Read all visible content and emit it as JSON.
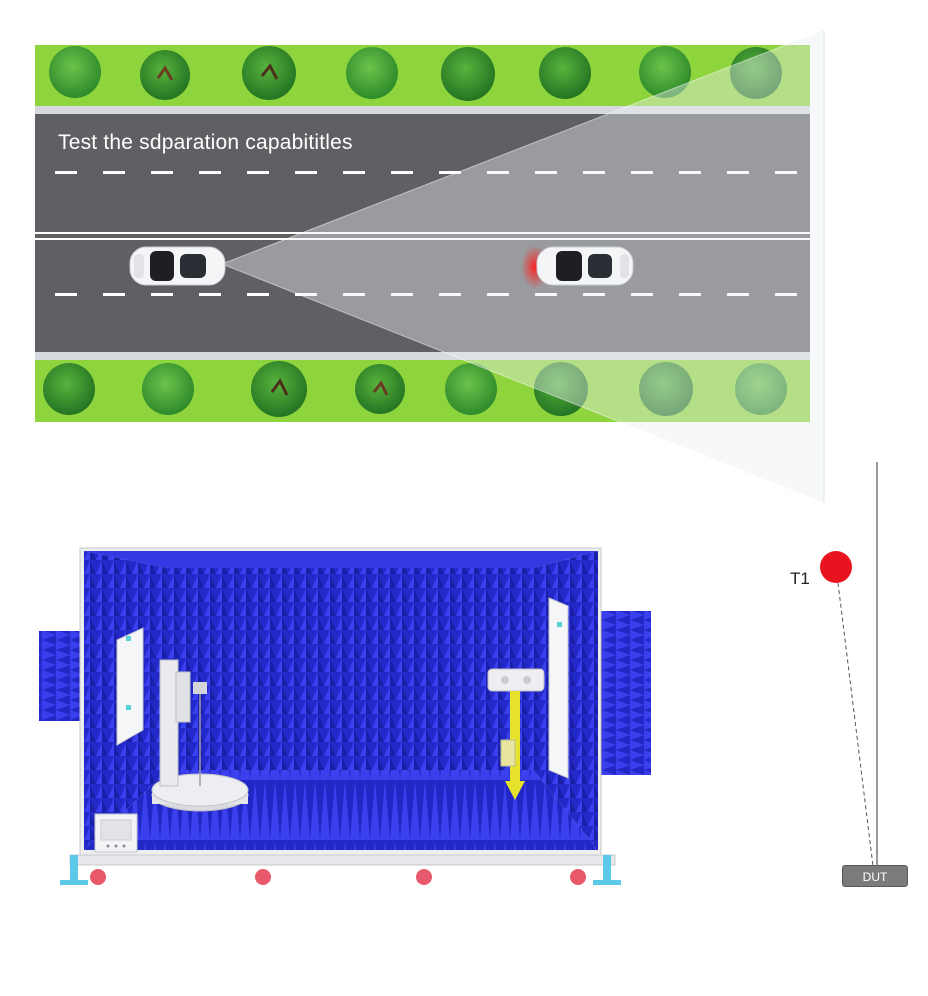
{
  "road": {
    "title": "Test the sdparation capabititles"
  },
  "target": {
    "label": "T1",
    "color": "#e8131e"
  },
  "device": {
    "label": "DUT"
  },
  "colors": {
    "grass": "#8ed43c",
    "asphalt": "#5f6063",
    "beam": "#e9eef0",
    "absorber": "#2b2fd6",
    "chamber_frame": "#eeeeee"
  }
}
